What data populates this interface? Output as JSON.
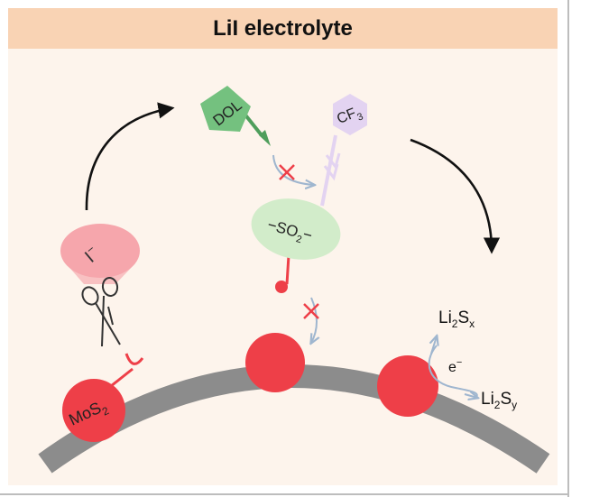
{
  "title": "LiI electrolyte",
  "labels": {
    "iodide": "I",
    "iodide_charge": "−",
    "dol": "DOL",
    "cf3_base": "CF",
    "cf3_sub": "3",
    "so2_left": "−SO",
    "so2_sub": "2",
    "so2_right": "−",
    "mos2_base": "MoS",
    "mos2_sub": "2",
    "electron": "e",
    "electron_sup": "−",
    "li2sx_a": "Li",
    "li2sx_sub1": "2",
    "li2sx_b": "S",
    "li2sx_sub2": "x",
    "li2sy_a": "Li",
    "li2sy_sub1": "2",
    "li2sy_b": "S",
    "li2sy_sub2": "y"
  },
  "colors": {
    "banner": "#f9d3b4",
    "background": "#fdf4ec",
    "red": "#ee3f48",
    "pink": "#f6a6ac",
    "dol_green": "#74c17f",
    "dol_dark": "#4f9e5c",
    "cf3_purple": "#e3d3f1",
    "so2_green": "#d2ecca",
    "gray_arc": "#8c8c8c",
    "blue_arrow": "#9fb6cf"
  },
  "icons": [
    "scissors-icon",
    "block-x-icon",
    "curved-arrow-icon"
  ]
}
